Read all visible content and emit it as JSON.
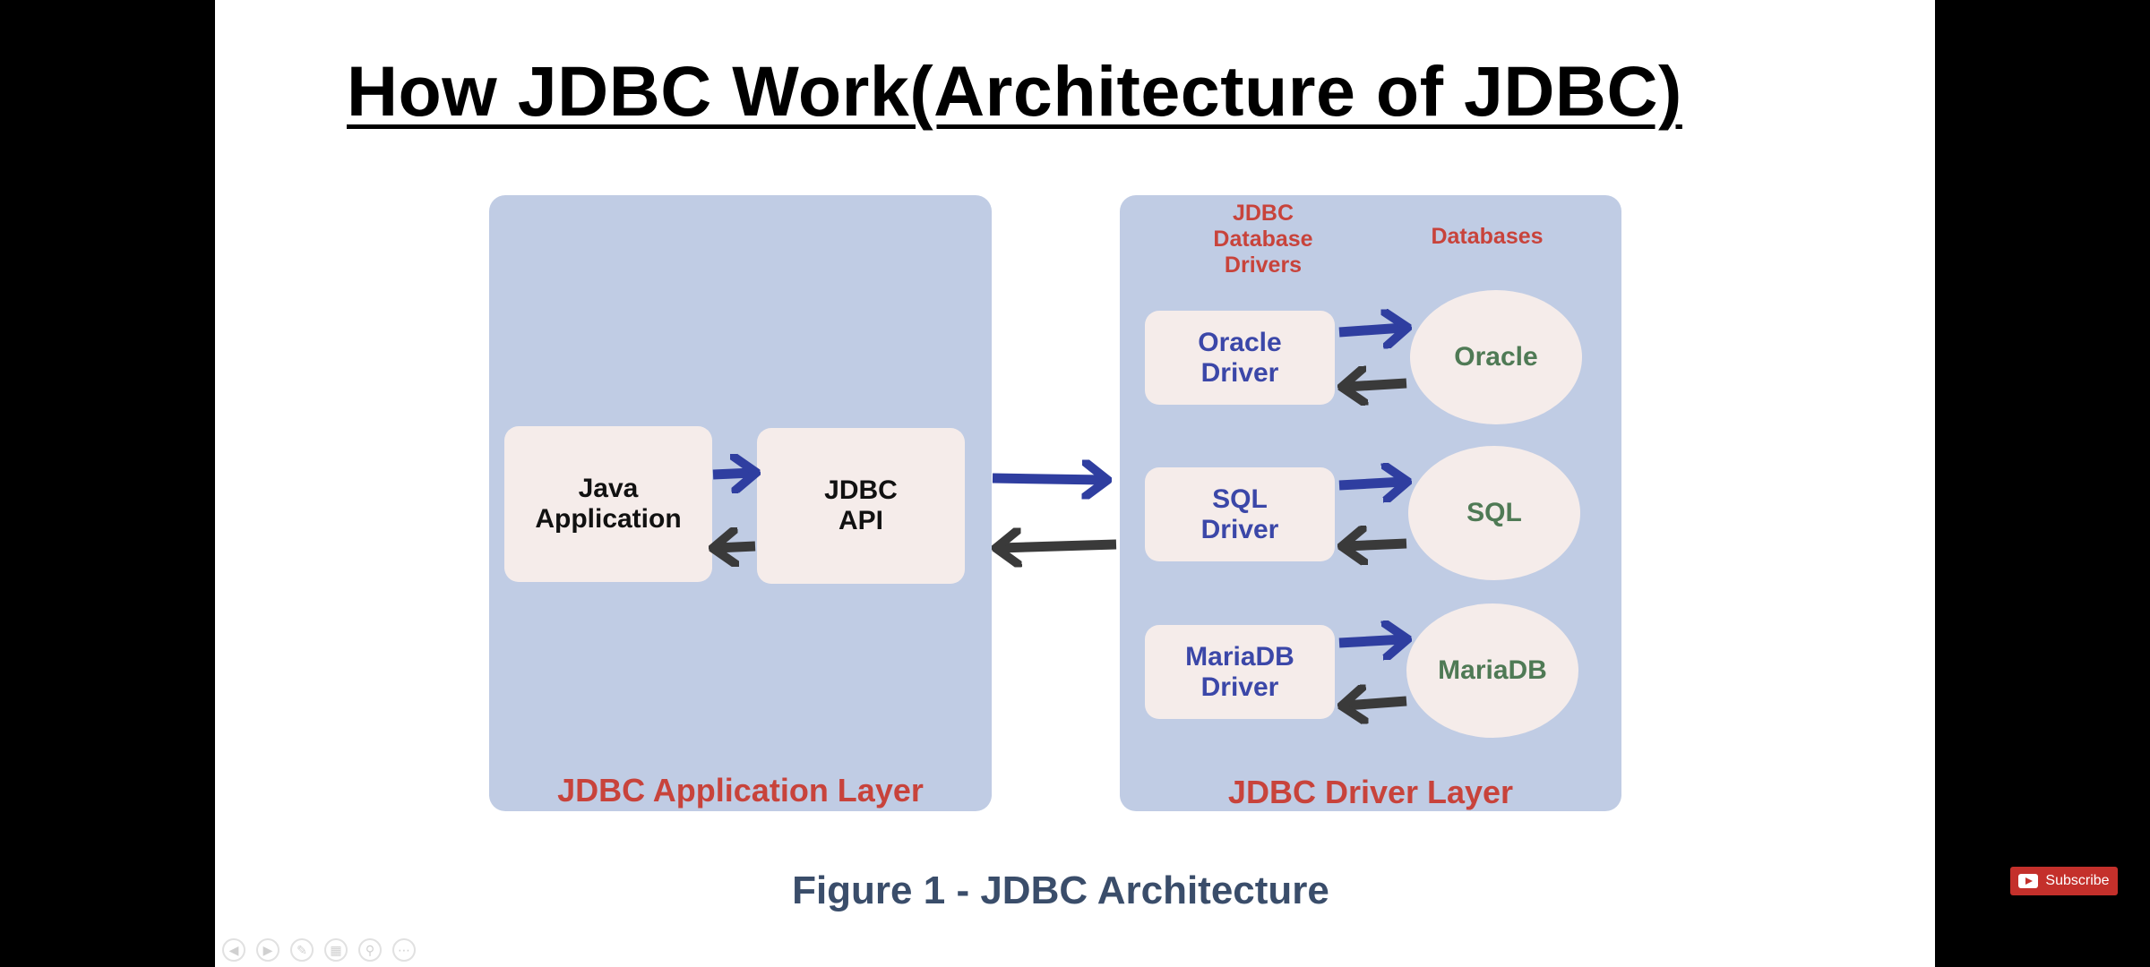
{
  "slide": {
    "title": "How JDBC Work(Architecture of JDBC)",
    "figure_caption": "Figure 1 - JDBC Architecture"
  },
  "app_layer": {
    "label": "JDBC Application Layer",
    "java_app": "Java\nApplication",
    "jdbc_api": "JDBC\nAPI"
  },
  "driver_layer": {
    "label": "JDBC Driver Layer",
    "drivers_heading": "JDBC\nDatabase\nDrivers",
    "databases_heading": "Databases",
    "drivers": [
      "Oracle\nDriver",
      "SQL\nDriver",
      "MariaDB\nDriver"
    ],
    "databases": [
      "Oracle",
      "SQL",
      "MariaDB"
    ]
  },
  "colors": {
    "panel": "#c0cce4",
    "box": "#f5ecea",
    "arrow_forward": "#2f3ea0",
    "arrow_back": "#3a3a3a",
    "label_red": "#c8433b",
    "driver_text": "#3b47a8",
    "db_text": "#4f7a55"
  },
  "player": {
    "subscribe_label": "Subscribe",
    "subscribe_icon": "youtube-icon",
    "toolbar_icons": [
      "previous-icon",
      "next-icon",
      "pen-icon",
      "slides-icon",
      "zoom-icon",
      "more-icon"
    ]
  }
}
